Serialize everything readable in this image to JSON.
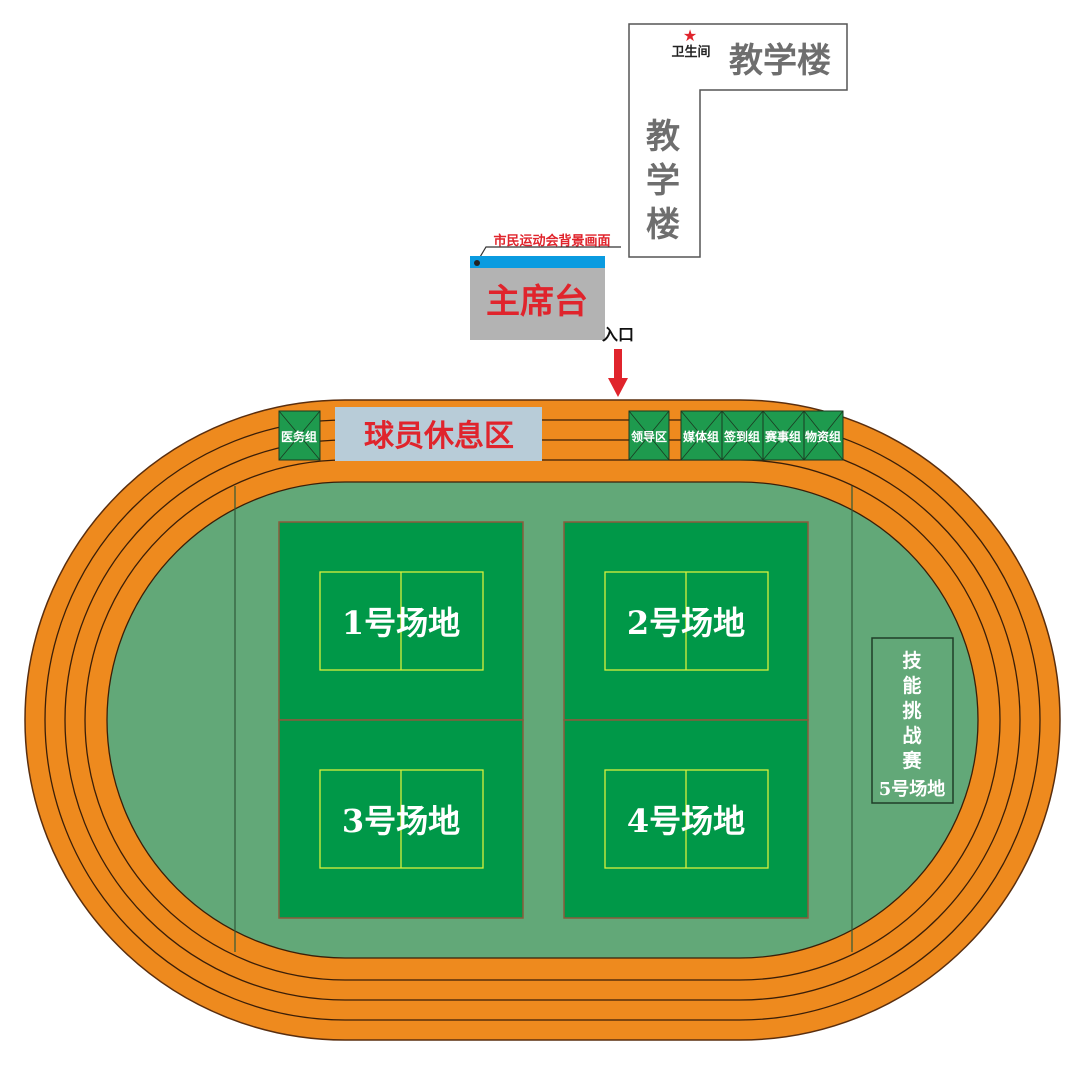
{
  "buildings": {
    "teaching_building_horizontal": "教学楼",
    "teaching_building_vertical": [
      "教",
      "学",
      "楼"
    ],
    "restroom_label": "卫生间",
    "restroom_marker": "star-icon"
  },
  "main_stand": {
    "title": "主席台",
    "backdrop_label": "市民运动会背景画面"
  },
  "entrance": {
    "label": "入口",
    "arrow": "arrow-down-icon"
  },
  "trackside_zones": {
    "medical": "医务组",
    "player_rest_area": "球员休息区",
    "leaders_area": "领导区",
    "groups": [
      "媒体组",
      "签到组",
      "赛事组",
      "物资组"
    ]
  },
  "courts": [
    {
      "label": "1号场地"
    },
    {
      "label": "2号场地"
    },
    {
      "label": "3号场地"
    },
    {
      "label": "4号场地"
    }
  ],
  "skills_challenge": {
    "title_chars": [
      "技",
      "能",
      "挑",
      "战",
      "赛"
    ],
    "court_label": "5号场地"
  },
  "colors": {
    "track": "#EE8A1E",
    "track_line": "#5a2e0e",
    "infield": "#62A878",
    "court": "#009848",
    "court_line": "#D6F03C",
    "court_border": "#8B5A3C",
    "zone_green": "#1E9A4E",
    "rest_area_bg": "#B8CCD8",
    "stand_bg": "#B3B3B3",
    "backdrop_blue": "#0A9BE0",
    "red_text": "#E0242C",
    "building_text": "#6E6E6E"
  }
}
